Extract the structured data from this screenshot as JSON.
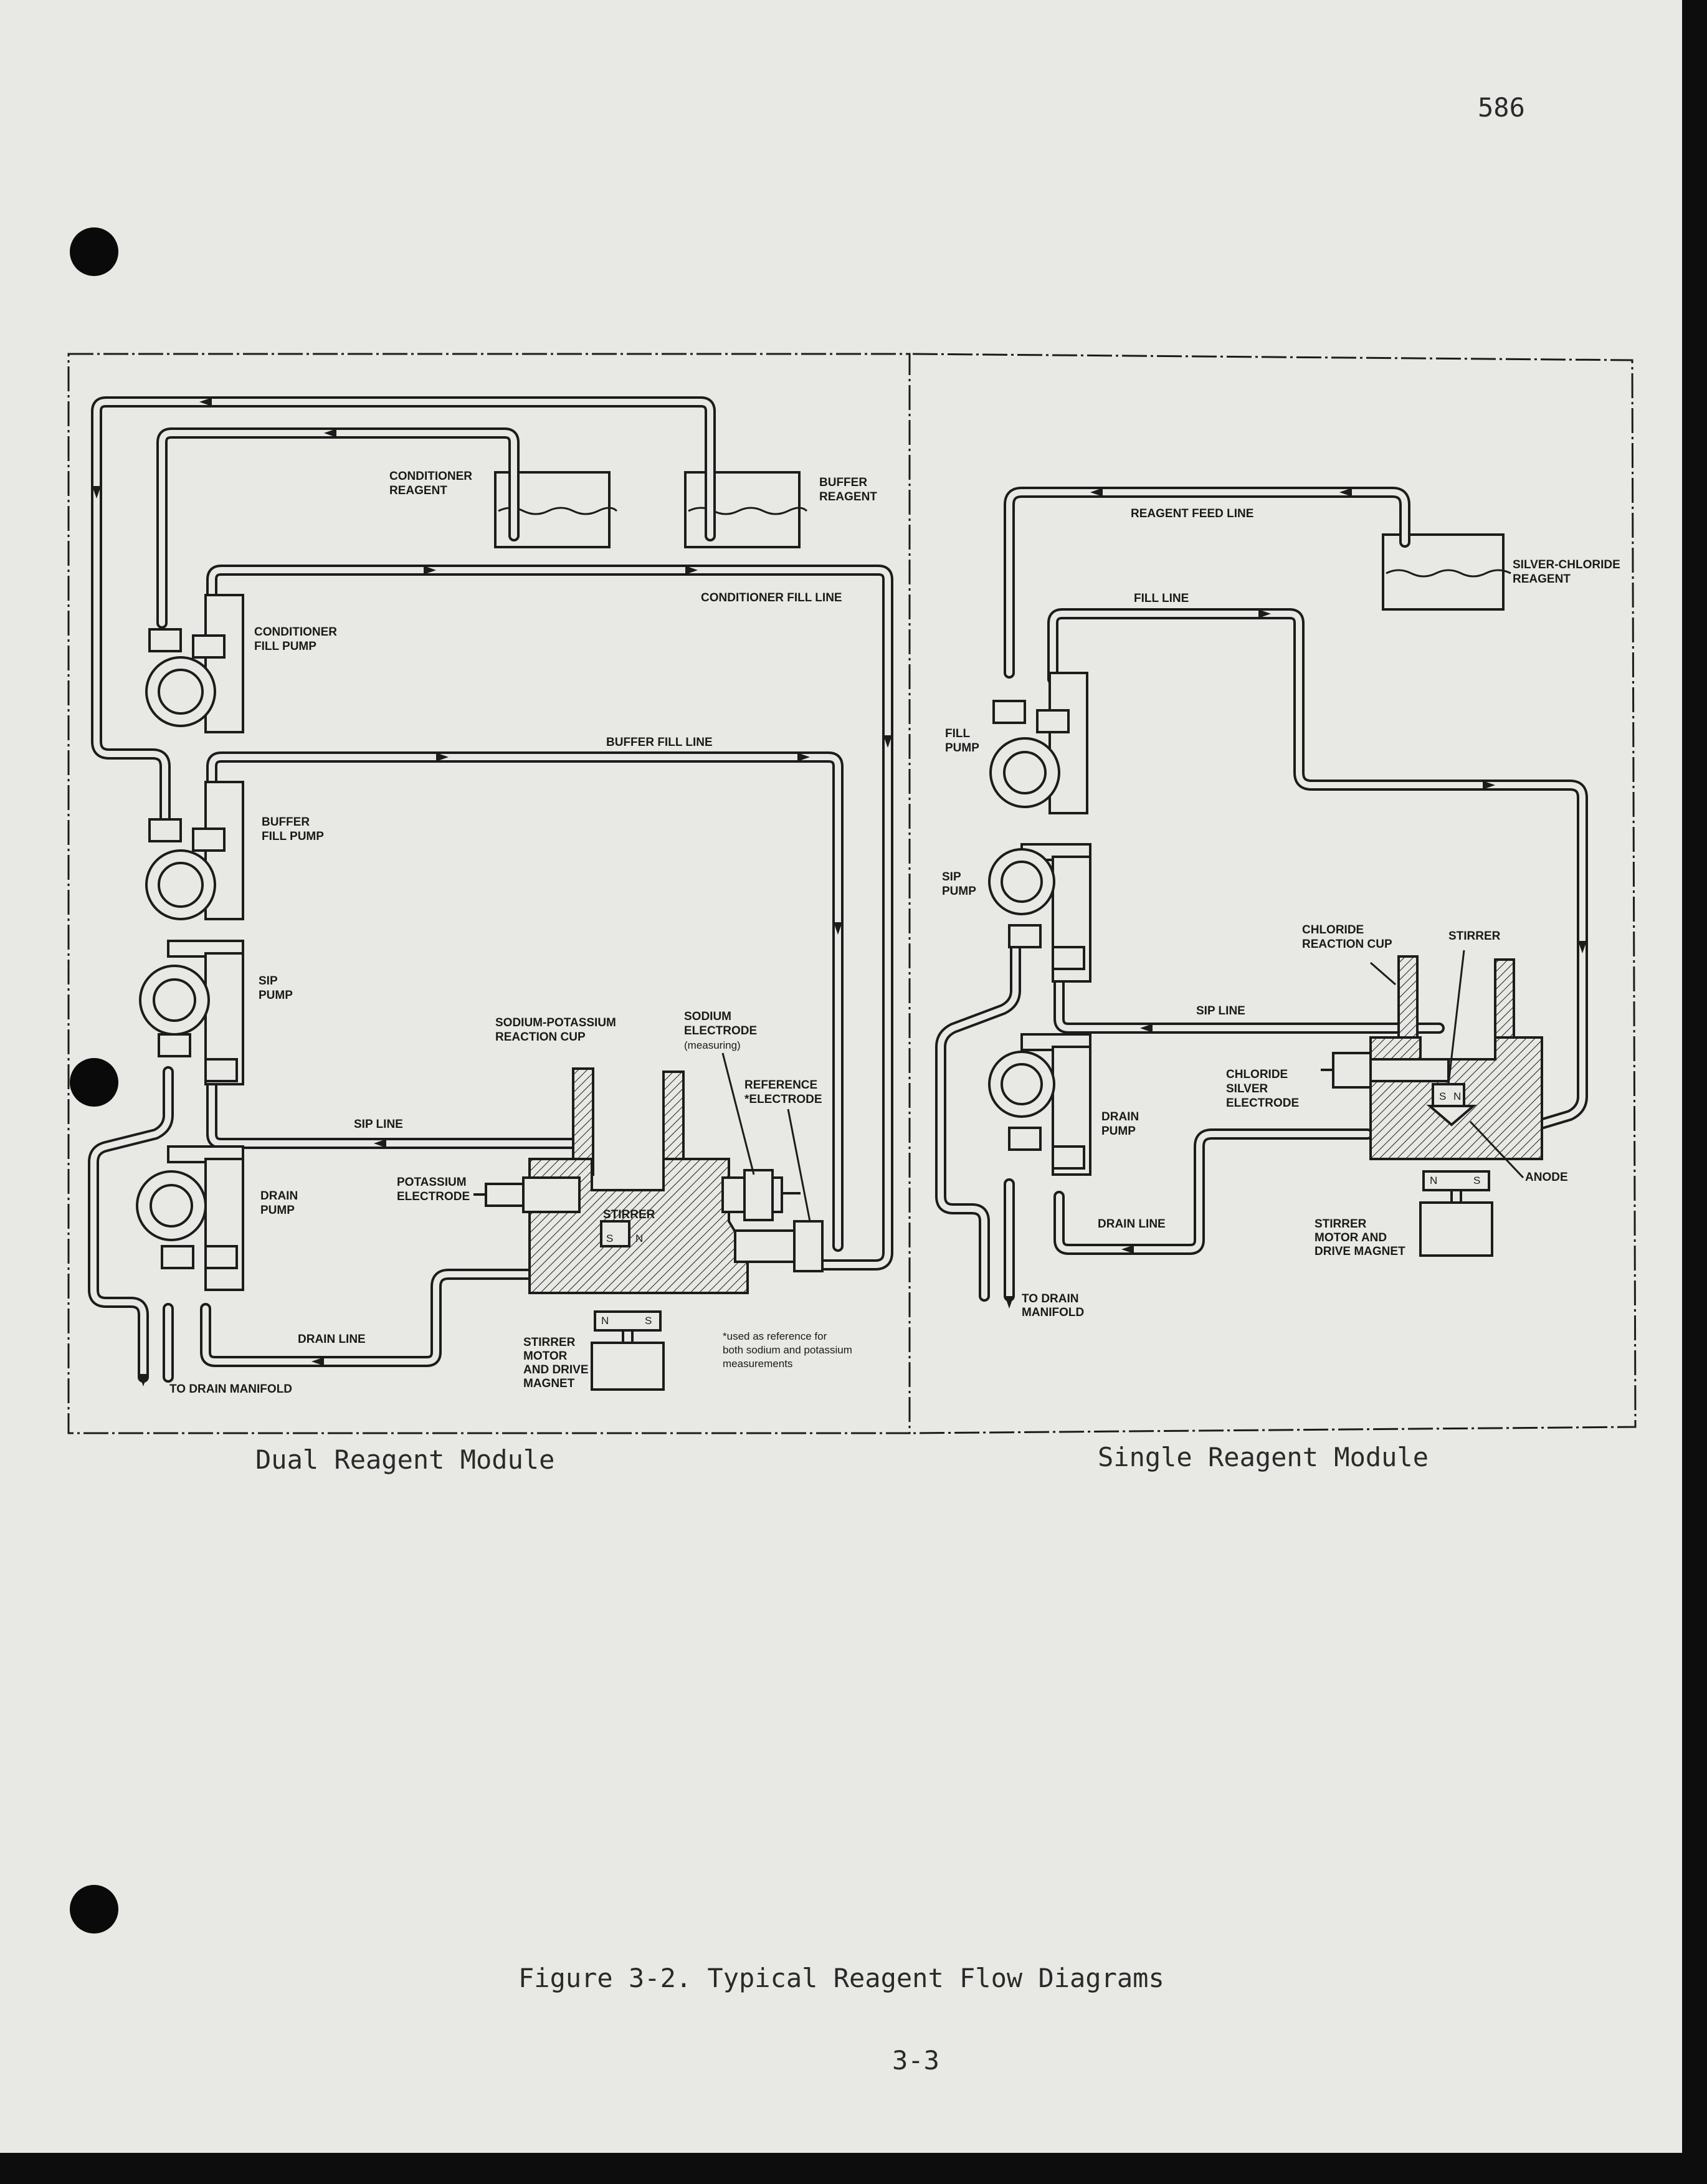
{
  "page": {
    "page_number": "586",
    "footer_page": "3-3",
    "figure_caption": "Figure 3-2.  Typical Reagent Flow Diagrams"
  },
  "dual_module": {
    "caption": "Dual Reagent Module",
    "labels": {
      "conditioner_reagent": [
        "CONDITIONER",
        "REAGENT"
      ],
      "buffer_reagent": [
        "BUFFER",
        "REAGENT"
      ],
      "conditioner_fill_line": "CONDITIONER FILL LINE",
      "conditioner_fill_pump": [
        "CONDITIONER",
        "FILL PUMP"
      ],
      "buffer_fill_line": "BUFFER FILL LINE",
      "buffer_fill_pump": [
        "BUFFER",
        "FILL PUMP"
      ],
      "sip_pump": [
        "SIP",
        "PUMP"
      ],
      "sodium_potassium_cup": [
        "SODIUM-POTASSIUM",
        "REACTION CUP"
      ],
      "sodium_electrode": [
        "SODIUM",
        "ELECTRODE",
        "(measuring)"
      ],
      "reference_electrode": [
        "REFERENCE",
        "*ELECTRODE"
      ],
      "sip_line": "SIP LINE",
      "potassium_electrode": [
        "POTASSIUM",
        "ELECTRODE"
      ],
      "stirrer": "STIRRER",
      "drain_pump": [
        "DRAIN",
        "PUMP"
      ],
      "drain_line": "DRAIN LINE",
      "to_drain_manifold": "TO DRAIN MANIFOLD",
      "stirrer_motor": [
        "STIRRER",
        "MOTOR",
        "AND DRIVE",
        "MAGNET"
      ],
      "footnote": [
        "*used as reference for",
        "both sodium and potassium",
        "measurements"
      ],
      "magnet_s": "S",
      "magnet_n": "N"
    }
  },
  "single_module": {
    "caption": "Single Reagent Module",
    "labels": {
      "reagent_feed_line": "REAGENT FEED LINE",
      "silver_chloride_reagent": [
        "SILVER-CHLORIDE",
        "REAGENT"
      ],
      "fill_line": "FILL LINE",
      "fill_pump": [
        "FILL",
        "PUMP"
      ],
      "sip_pump": [
        "SIP",
        "PUMP"
      ],
      "chloride_cup": [
        "CHLORIDE",
        "REACTION CUP"
      ],
      "stirrer": "STIRRER",
      "sip_line": "SIP LINE",
      "chloride_electrode": [
        "CHLORIDE",
        "SILVER",
        "ELECTRODE"
      ],
      "drain_pump": [
        "DRAIN",
        "PUMP"
      ],
      "anode": "ANODE",
      "drain_line": "DRAIN LINE",
      "stirrer_motor": [
        "STIRRER",
        "MOTOR AND",
        "DRIVE MAGNET"
      ],
      "to_drain_manifold": [
        "TO DRAIN",
        "MANIFOLD"
      ],
      "magnet_s": "S",
      "magnet_n": "N"
    }
  }
}
